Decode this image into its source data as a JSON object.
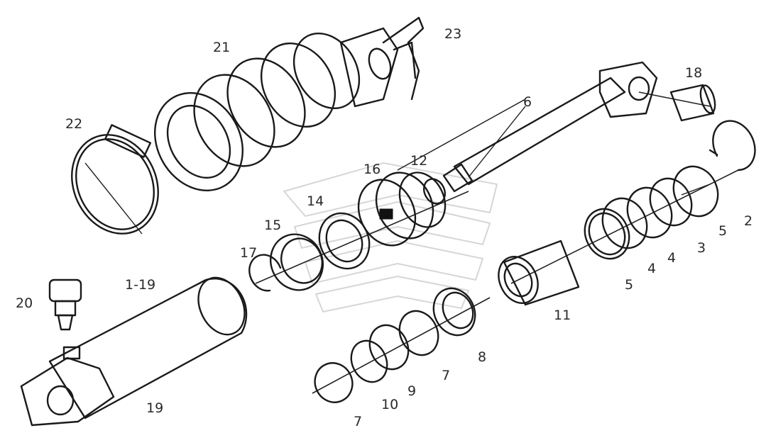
{
  "labels": {
    "p1_19": "1-19",
    "p2": "2",
    "p3": "3",
    "p4a": "4",
    "p4b": "4",
    "p5a": "5",
    "p5b": "5",
    "p6": "6",
    "p7a": "7",
    "p7b": "7",
    "p8": "8",
    "p9": "9",
    "p10": "10",
    "p11": "11",
    "p12": "12",
    "p14": "14",
    "p15": "15",
    "p16": "16",
    "p17": "17",
    "p18": "18",
    "p19": "19",
    "p20": "20",
    "p21": "21",
    "p22": "22",
    "p23": "23"
  }
}
